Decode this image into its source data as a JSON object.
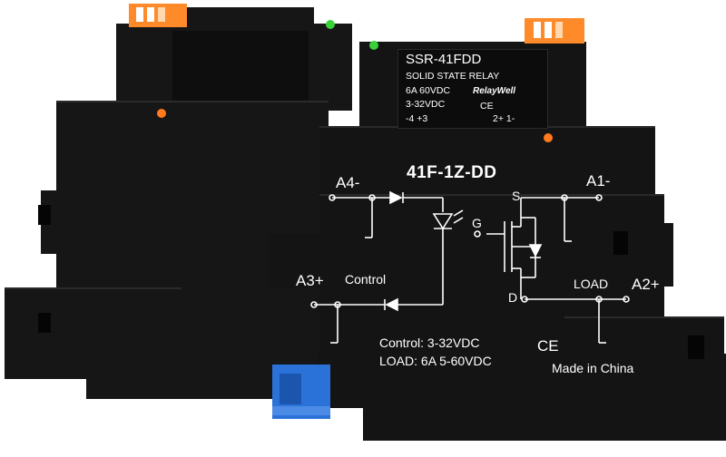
{
  "plate": {
    "model": "SSR-41FDD",
    "type": "SOLID STATE RELAY",
    "rating": "6A  60VDC",
    "brand": "RelayWell",
    "input": "3-32VDC",
    "ce_mark": "CE",
    "terminals_left": "-4   +3",
    "terminals_right": "2+   1-"
  },
  "base": {
    "model": "41F-1Z-DD",
    "terminal_a4": "A4-",
    "terminal_a3": "A3+",
    "terminal_a1": "A1-",
    "terminal_a2": "A2+",
    "pin_s": "S",
    "pin_g": "G",
    "pin_d": "D",
    "control_label": "Control",
    "load_label": "LOAD",
    "control_spec": "Control:  3-32VDC",
    "load_spec": "LOAD:  6A  5-60VDC",
    "ce_mark": "CE",
    "origin": "Made in China"
  },
  "colors": {
    "housing": "#141414",
    "clip": "#ff8a2a",
    "led": "#39d13a",
    "latch": "#2a72d8",
    "print": "#ffffff"
  }
}
